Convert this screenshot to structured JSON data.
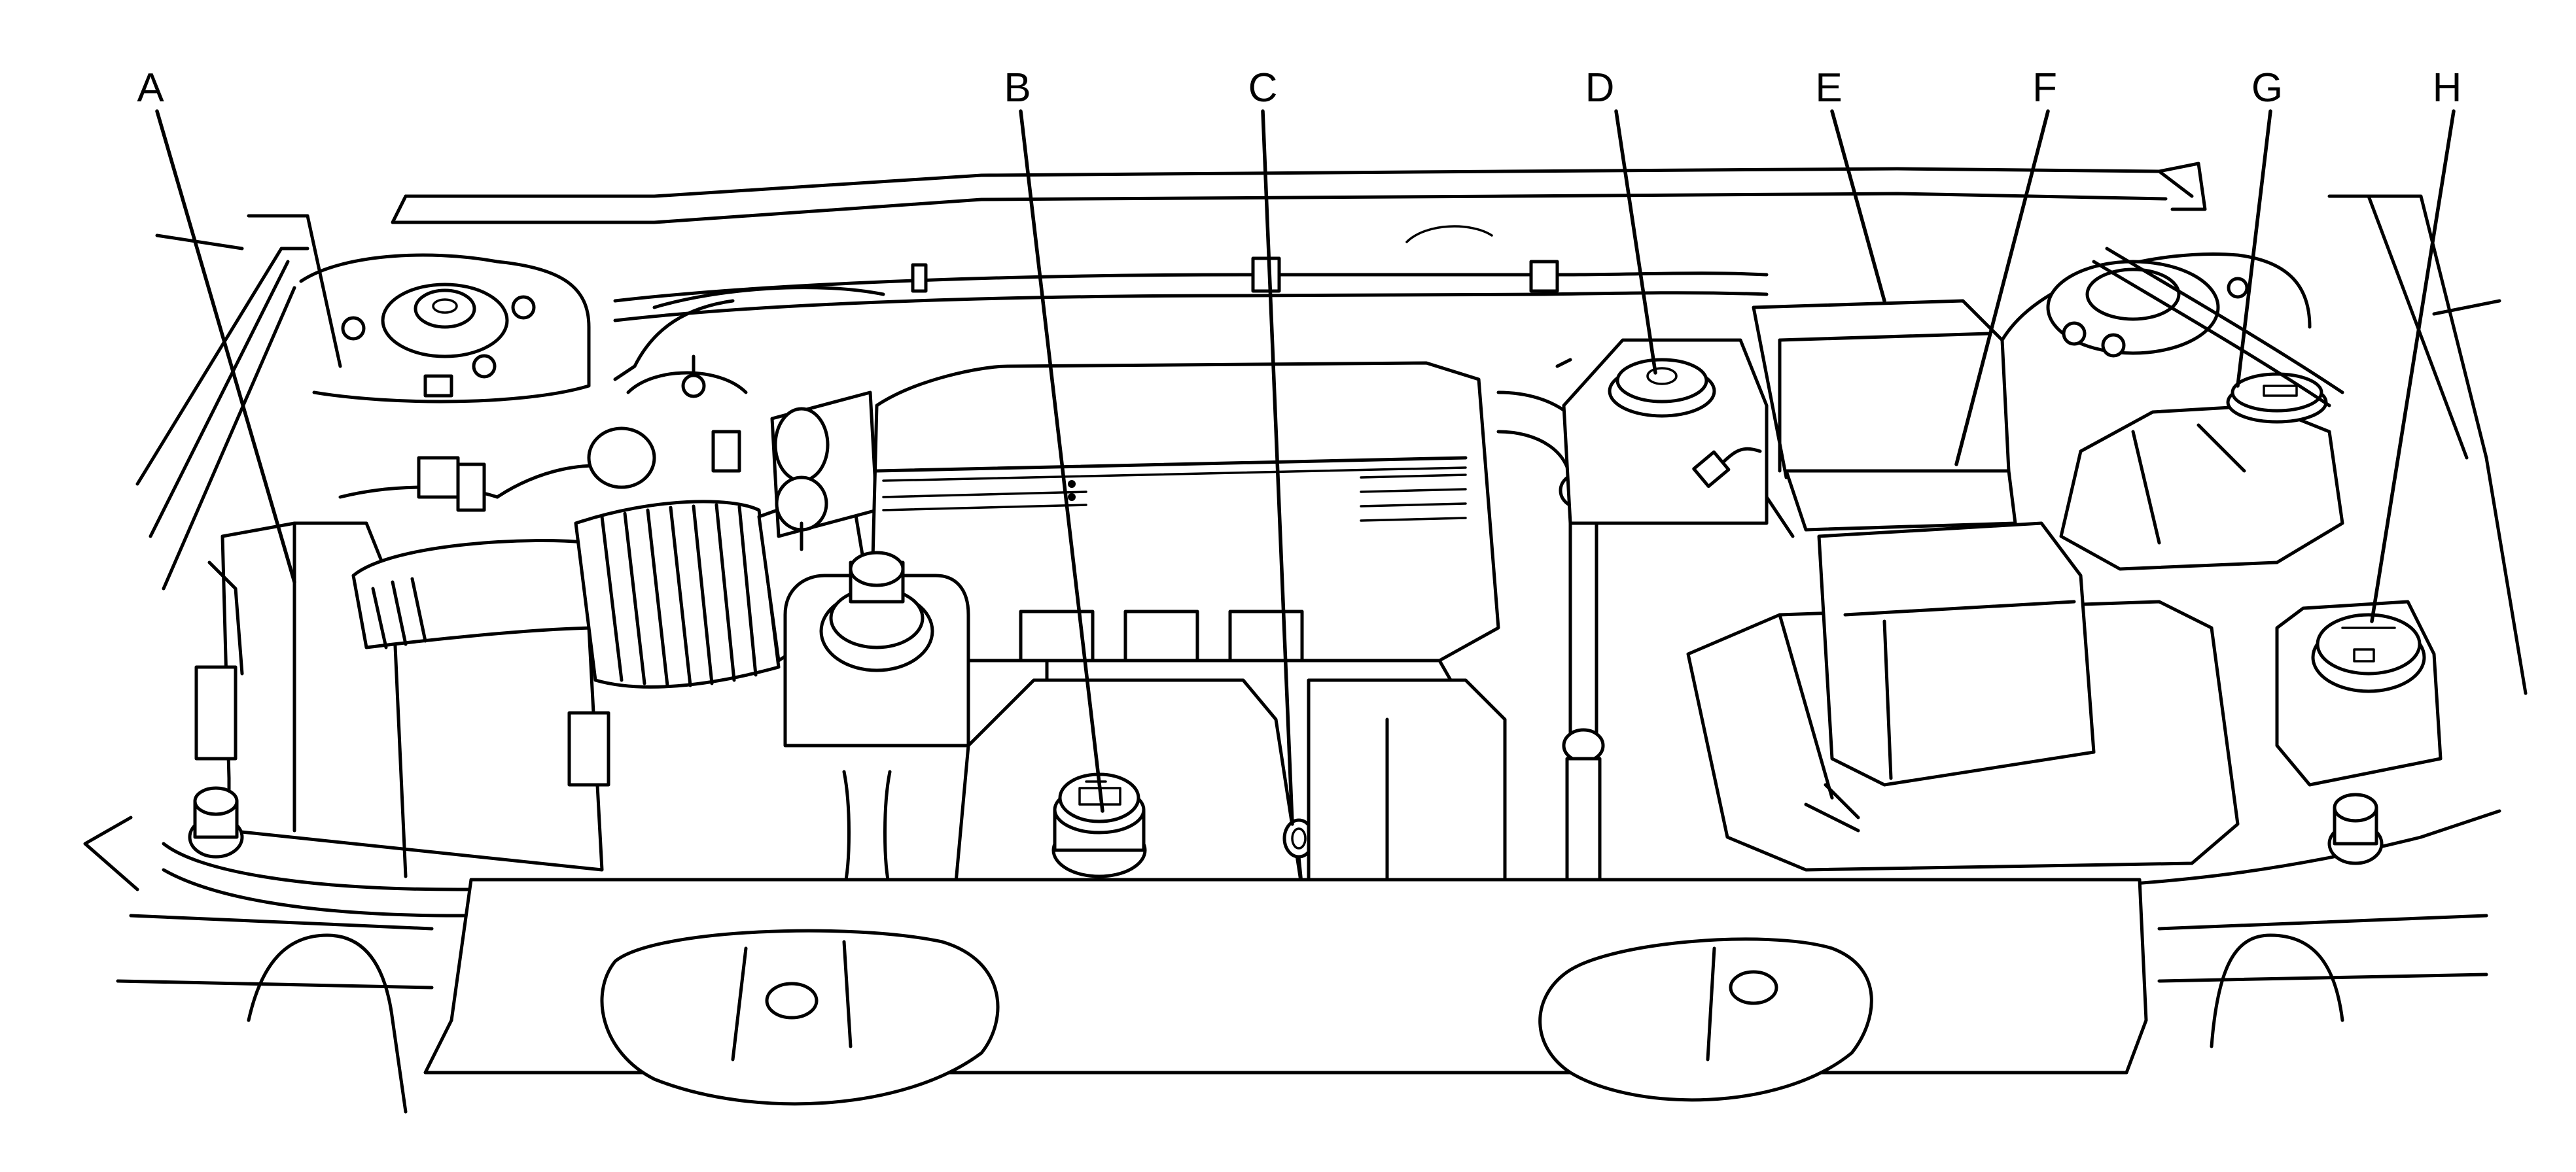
{
  "callouts": [
    {
      "id": "A",
      "label": "A"
    },
    {
      "id": "B",
      "label": "B"
    },
    {
      "id": "C",
      "label": "C"
    },
    {
      "id": "D",
      "label": "D"
    },
    {
      "id": "E",
      "label": "E"
    },
    {
      "id": "F",
      "label": "F"
    },
    {
      "id": "G",
      "label": "G"
    },
    {
      "id": "H",
      "label": "H"
    }
  ]
}
